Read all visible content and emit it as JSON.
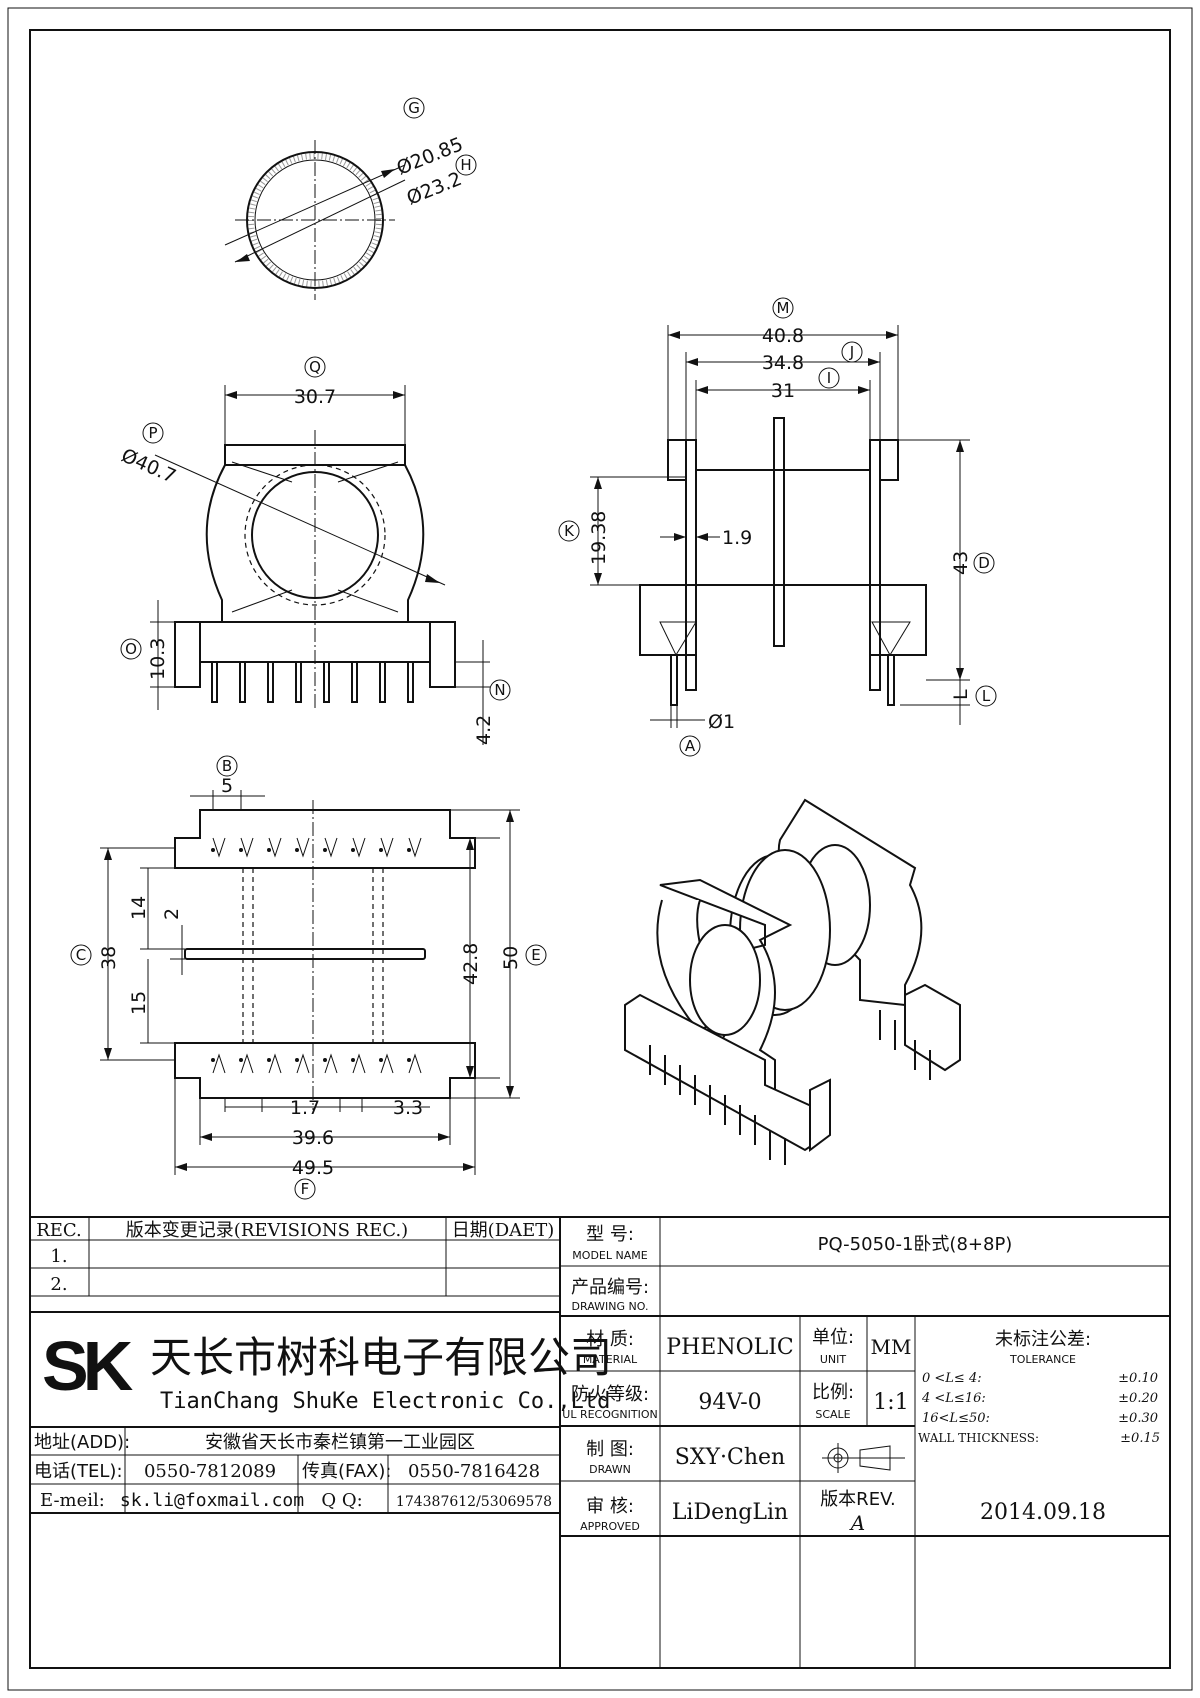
{
  "views": {
    "tube": {
      "dims": [
        "Ø20.85",
        "Ø23.2"
      ],
      "balloons": [
        "G",
        "H"
      ]
    },
    "front": {
      "dims": [
        "30.7",
        "Ø40.7",
        "10.3",
        "4.2"
      ],
      "balloons": [
        "Q",
        "P",
        "O",
        "N"
      ]
    },
    "side": {
      "dims": [
        "40.8",
        "34.8",
        "31",
        "19.38",
        "1.9",
        "43",
        "L",
        "Ø1"
      ],
      "balloons": [
        "M",
        "J",
        "I",
        "K",
        "D",
        "L",
        "A"
      ]
    },
    "top": {
      "dims": [
        "5",
        "14",
        "2",
        "38",
        "15",
        "42.8",
        "50",
        "1.7",
        "3.3",
        "39.6",
        "49.5"
      ],
      "balloons": [
        "B",
        "C",
        "E",
        "F"
      ]
    }
  },
  "title_block": {
    "revisions": {
      "rec_header": "REC.",
      "content_header": "版本变更记录(REVISIONS REC.)",
      "date_header": "日期(DAET)",
      "rows": [
        "1.",
        "2."
      ]
    },
    "company": {
      "logo_text": "SK",
      "name_cn": "天长市树科电子有限公司",
      "name_en": "TianChang ShuKe Electronic Co.,Ltd"
    },
    "contact": {
      "address_label": "地址(ADD):",
      "address": "安徽省天长市秦栏镇第一工业园区",
      "tel_label": "电话(TEL):",
      "tel": "0550-7812089",
      "fax_label": "传真(FAX):",
      "fax": "0550-7816428",
      "email_label": "E-meil:",
      "email": "sk.li@foxmail.com",
      "qq_label": "Q Q:",
      "qq": "174387612/53069578"
    },
    "model_label_cn": "型  号:",
    "model_label_en": "MODEL NAME",
    "model": "PQ-5050-1卧式(8+8P)",
    "drawing_label_cn": "产品编号:",
    "drawing_label_en": "DRAWING NO.",
    "drawing_no": "",
    "material_label_cn": "材  质:",
    "material_label_en": "MATERIAL",
    "material": "PHENOLIC",
    "unit_label_cn": "单位:",
    "unit_label_en": "UNIT",
    "unit": "MM",
    "ul_label_cn": "防火等级:",
    "ul_label_en": "UL RECOGNITION",
    "ul": "94V-0",
    "scale_label_cn": "比例:",
    "scale_label_en": "SCALE",
    "scale": "1:1",
    "drawn_label_cn": "制  图:",
    "drawn_label_en": "DRAWN",
    "drawn": "SXY·Chen",
    "approved_label_cn": "审  核:",
    "approved_label_en": "APPROVED",
    "approved": "LiDengLin",
    "rev_label": "版本REV.",
    "rev": "A",
    "date": "2014.09.18",
    "tolerance": {
      "title": "未标注公差:",
      "subtitle": "TOLERANCE",
      "rows": [
        {
          "range": "0 <L≤ 4:",
          "value": "±0.10"
        },
        {
          "range": "4 <L≤16:",
          "value": "±0.20"
        },
        {
          "range": "16<L≤50:",
          "value": "±0.30"
        }
      ],
      "wall_label": "WALL THICKNESS:",
      "wall_value": "±0.15"
    }
  }
}
